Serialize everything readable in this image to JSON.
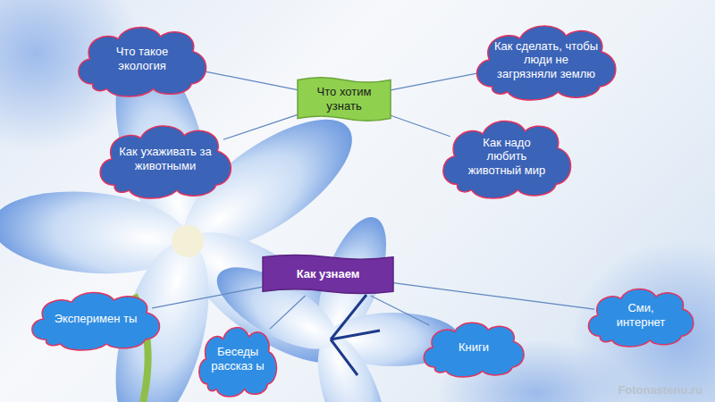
{
  "diagram": {
    "nodes": [
      {
        "text": [
          "Что такое экология"
        ]
      },
      {
        "text": [
          "Как сделать, чтобы люди не загрязняли землю"
        ]
      },
      {
        "text": [
          "Что хотим узнать"
        ]
      },
      {
        "text": [
          "Как ухаживать за животными"
        ]
      },
      {
        "text": [
          "Как надо любить животный мир"
        ]
      },
      {
        "text": [
          "Как узнаем"
        ]
      },
      {
        "text": [
          "Эксперимен ты"
        ]
      },
      {
        "text": [
          "Сми, интернет"
        ]
      },
      {
        "text": [
          "Беседы рассказ ы"
        ]
      },
      {
        "text": [
          "Книги"
        ]
      }
    ],
    "edges": [
      {
        "from": 2,
        "to": 0,
        "arrow": "none"
      },
      {
        "from": 2,
        "to": 1,
        "arrow": "none"
      },
      {
        "from": 2,
        "to": 3,
        "arrow": "none"
      },
      {
        "from": 2,
        "to": 4,
        "arrow": "none"
      },
      {
        "from": 5,
        "to": 6,
        "arrow": "none"
      },
      {
        "from": 5,
        "to": 7,
        "arrow": "none"
      },
      {
        "from": 5,
        "to": 8,
        "arrow": "none"
      },
      {
        "from": 5,
        "to": 9,
        "arrow": "none"
      }
    ],
    "labels": [
      "Fotonastenu.ru"
    ]
  }
}
